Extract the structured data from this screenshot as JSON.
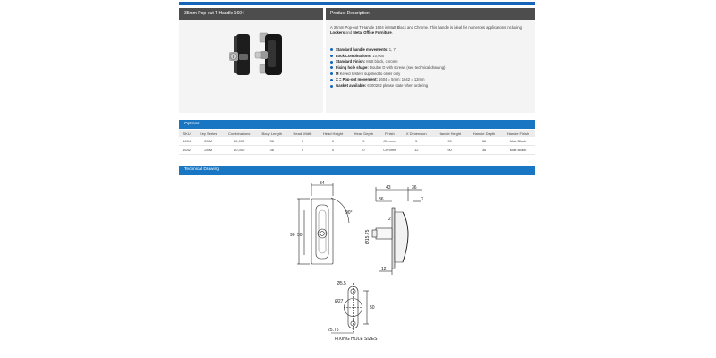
{
  "product_panel": {
    "title": "35mm Pop-out T Handle 1604"
  },
  "description": {
    "header": "Product Description",
    "text_before": "A 35mm Pop-out T Handle 1604 in Matt Black and Chrome. This handle is ideal for numerous applications including ",
    "strong1": "Lockers",
    "text_mid": " and ",
    "strong2": "Metal Office Furniture",
    "text_after": "."
  },
  "specs": [
    {
      "label": "Standard handle movements:",
      "value": " 1, 7"
    },
    {
      "label": "Lock Combinations:",
      "value": " 10,000"
    },
    {
      "label": "Standard Finish:",
      "value": " Matt black, chrome"
    },
    {
      "label": "Fixing hole shape:",
      "value": " Double D with screws (see technical drawing)"
    },
    {
      "label": "M",
      "value": " Keyed system supplied to order only"
    },
    {
      "label": "X = Pop-out movement:",
      "value": " 1604 = 5mm; 1642 = 12mm"
    },
    {
      "label": "Gasket available:",
      "value": " 6700202 please state when ordering"
    }
  ],
  "options": {
    "title": "Options",
    "columns": [
      "SKU",
      "Key Series",
      "Combinations",
      "Body Length",
      "Head Width",
      "Head Height",
      "Head Depth",
      "Finish",
      "X Dimension",
      "Handle Height",
      "Handle Depth",
      "Handle Finish"
    ],
    "rows": [
      [
        "1604",
        "28 M",
        "10,000",
        "36",
        "0",
        "0",
        "0",
        "Chrome",
        "5",
        "90",
        "36",
        "Matt Black"
      ],
      [
        "1642",
        "28 M",
        "10,000",
        "36",
        "0",
        "0",
        "0",
        "Chrome",
        "12",
        "90",
        "36",
        "Matt Black"
      ]
    ]
  },
  "technical": {
    "title": "Technical Drawing",
    "dims": {
      "width": "34",
      "angle": "90°",
      "height_outer": "90",
      "height_inner": "50",
      "side_43": "43",
      "side_36": "36",
      "side_x": "X",
      "side_36b": "36",
      "side_2": "2",
      "diameter_side": "Ø15.75",
      "side_12": "12",
      "hole_d55": "Ø5.5",
      "hole_d27": "Ø27",
      "hole_50": "50",
      "hole_2575": "25.75"
    },
    "caption": "FIXING HOLE SIZES"
  },
  "colors": {
    "accent": "#1976c2",
    "header_dark": "#4d4d4d",
    "panel": "#f4f4f4"
  }
}
